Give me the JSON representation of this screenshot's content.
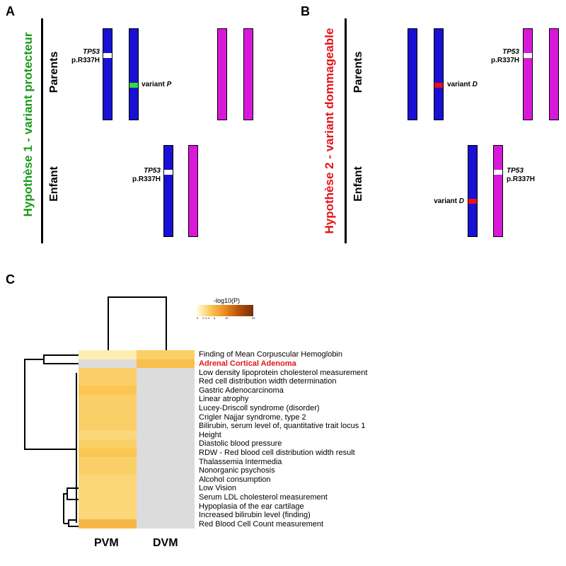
{
  "panels": {
    "A": {
      "letter": "A",
      "hypothesis": "Hypothèse 1 - variant protecteur",
      "hypothesis_color": "#1a9a1a",
      "rows": [
        "Parents",
        "Enfant"
      ],
      "labels": {
        "tp53_parent_gene": "TP53",
        "tp53_parent_variant": "p.R337H",
        "variant_parent_text": "variant",
        "variant_parent_letter": "P",
        "tp53_child_gene": "TP53",
        "tp53_child_variant": "p.R337H"
      }
    },
    "B": {
      "letter": "B",
      "hypothesis": "Hypothèse 2 - variant dommageable",
      "hypothesis_color": "#e2151b",
      "rows": [
        "Parents",
        "Enfant"
      ],
      "labels": {
        "variant_parent_text": "variant",
        "variant_parent_letter": "D",
        "tp53_parent_gene": "TP53",
        "tp53_parent_variant": "p.R337H",
        "variant_child_text": "variant",
        "variant_child_letter": "D",
        "tp53_child_gene": "TP53",
        "tp53_child_variant": "p.R337H"
      }
    },
    "C": {
      "letter": "C"
    }
  },
  "colors": {
    "paternal_chromosome": "#1a10d4",
    "maternal_chromosome": "#d81ad8",
    "tp53_band": "#ffffff",
    "protective_variant": "#33dd33",
    "damaging_variant": "#ee1111",
    "missing_cell": "#dcdcdc"
  },
  "chart_data": {
    "type": "heatmap",
    "columns": [
      "PVM",
      "DVM"
    ],
    "legend": {
      "title": "-log10(P)",
      "ticks": [
        "0",
        "2",
        "3",
        "4",
        "6",
        "10",
        "20"
      ],
      "range": [
        0,
        20
      ]
    },
    "rows": [
      {
        "term": "Finding of Mean Corpuscular Hemoglobin",
        "values": [
          1.5,
          3.5
        ]
      },
      {
        "term": "Adrenal Cortical Adenoma",
        "values": [
          null,
          4.5
        ],
        "highlight": true
      },
      {
        "term": "Low density lipoprotein cholesterol measurement",
        "values": [
          3.5,
          null
        ]
      },
      {
        "term": "Red cell distribution width determination",
        "values": [
          3.5,
          null
        ]
      },
      {
        "term": "Gastric Adenocarcinoma",
        "values": [
          4,
          null
        ]
      },
      {
        "term": "Linear atrophy",
        "values": [
          3.5,
          null
        ]
      },
      {
        "term": "Lucey-Driscoll syndrome (disorder)",
        "values": [
          3.5,
          null
        ]
      },
      {
        "term": "Crigler Najjar syndrome, type 2",
        "values": [
          3.5,
          null
        ]
      },
      {
        "term": "Bilirubin, serum level of, quantitative trait locus 1",
        "values": [
          3.5,
          null
        ]
      },
      {
        "term": "Height",
        "values": [
          3,
          null
        ]
      },
      {
        "term": "Diastolic blood pressure",
        "values": [
          3.5,
          null
        ]
      },
      {
        "term": "RDW - Red blood cell distribution width result",
        "values": [
          4,
          null
        ]
      },
      {
        "term": "Thalassemia Intermedia",
        "values": [
          3.5,
          null
        ]
      },
      {
        "term": "Nonorganic psychosis",
        "values": [
          3.5,
          null
        ]
      },
      {
        "term": "Alcohol consumption",
        "values": [
          3,
          null
        ]
      },
      {
        "term": "Low Vision",
        "values": [
          3,
          null
        ]
      },
      {
        "term": "Serum LDL cholesterol measurement",
        "values": [
          3,
          null
        ]
      },
      {
        "term": "Hypoplasia of the ear cartilage",
        "values": [
          3,
          null
        ]
      },
      {
        "term": "Increased bilirubin level (finding)",
        "values": [
          3,
          null
        ]
      },
      {
        "term": "Red Blood Cell Count measurement",
        "values": [
          5,
          null
        ]
      }
    ]
  }
}
